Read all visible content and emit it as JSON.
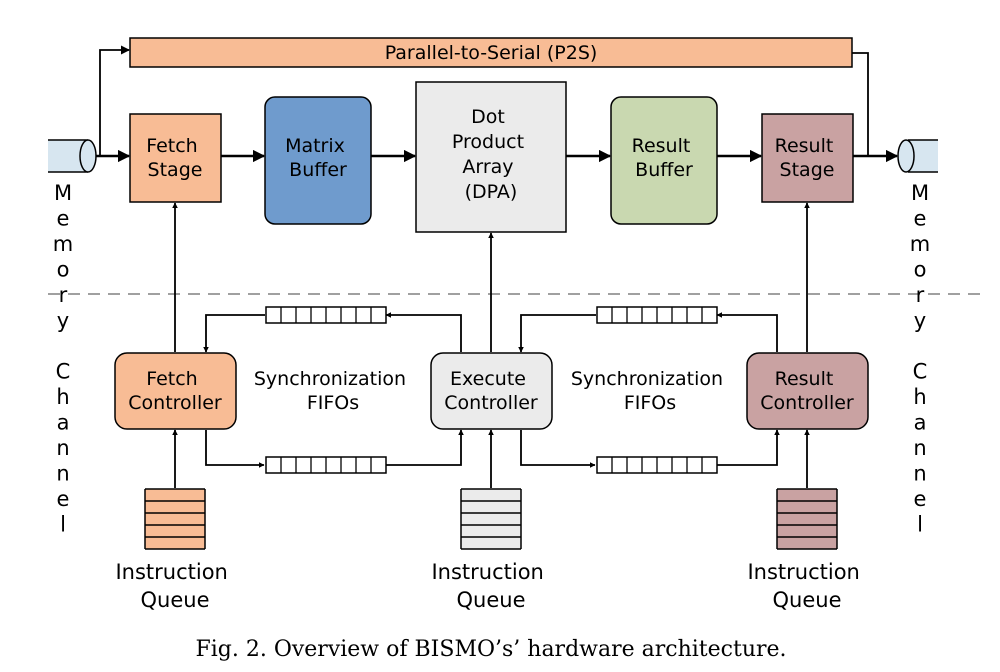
{
  "diagram": {
    "p2s": "Parallel-to-Serial (P2S)",
    "fetch_stage": [
      "Fetch",
      "Stage"
    ],
    "matrix_buffer": [
      "Matrix",
      "Buffer"
    ],
    "dpa": [
      "Dot",
      "Product",
      "Array",
      "(DPA)"
    ],
    "result_buffer": [
      "Result",
      "Buffer"
    ],
    "result_stage": [
      "Result",
      "Stage"
    ],
    "fetch_controller": [
      "Fetch",
      "Controller"
    ],
    "execute_controller": [
      "Execute",
      "Controller"
    ],
    "result_controller": [
      "Result",
      "Controller"
    ],
    "sync_fifos_left": [
      "Synchronization",
      "FIFOs"
    ],
    "sync_fifos_right": [
      "Synchronization",
      "FIFOs"
    ],
    "instruction_queue": [
      "Instruction",
      "Queue"
    ],
    "memory_channel_letters": [
      "M",
      "e",
      "m",
      "o",
      "r",
      "y",
      "",
      "C",
      "h",
      "a",
      "n",
      "n",
      "e",
      "l"
    ]
  },
  "caption": "Fig. 2.  Overview of BISMO’s’ hardware architecture.",
  "colors": {
    "fetch": "#f8bc95",
    "matrix": "#6f9bcd",
    "dpa": "#ebebeb",
    "result_buffer": "#c9d8b0",
    "result": "#c9a2a2",
    "memory": "#d7e6f0"
  }
}
